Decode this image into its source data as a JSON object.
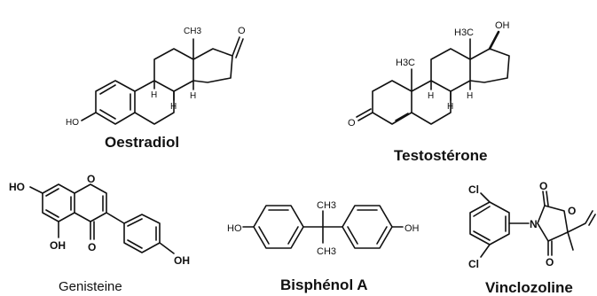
{
  "molecules": [
    {
      "name": "Oestradiol",
      "labels": {
        "ch3": "CH3",
        "o": "O",
        "h1": "H",
        "h2": "H",
        "h3": "H",
        "ho": "HO"
      }
    },
    {
      "name": "Testostérone",
      "labels": {
        "oh": "OH",
        "h3c_top": "H3C",
        "h3c_left": "H3C",
        "h1": "H",
        "h2": "H",
        "h3": "H",
        "o": "O"
      }
    },
    {
      "name": "Genisteine",
      "labels": {
        "ho_left": "HO",
        "o_ring": "O",
        "oh_bottom": "OH",
        "o_keto": "O",
        "oh_right": "OH"
      }
    },
    {
      "name": "Bisphénol A",
      "labels": {
        "ho": "HO",
        "ch3_top": "CH3",
        "ch3_bottom": "CH3",
        "oh": "OH"
      }
    },
    {
      "name": "Vinclozoline",
      "labels": {
        "cl_top": "Cl",
        "cl_bottom": "Cl",
        "o_top": "O",
        "o_right": "O",
        "n": "N",
        "o_bottom": "O"
      }
    }
  ]
}
